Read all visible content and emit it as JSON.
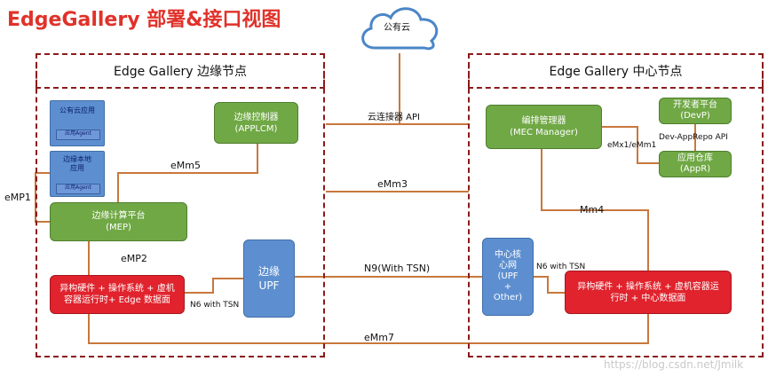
{
  "title": "EdgeGallery 部署&接口视图",
  "cloud": {
    "label": "公有云"
  },
  "edge_region": {
    "title": "Edge Gallery 边缘节点"
  },
  "center_region": {
    "title": "Edge Gallery 中心节点"
  },
  "edge": {
    "public_cloud_app": {
      "label": "公有云应用",
      "agent": "应用Agent"
    },
    "edge_local_app": {
      "label_line1": "边缘本地",
      "label_line2": "应用",
      "agent": "应用Agent"
    },
    "applcm": {
      "line1": "边缘控制器",
      "line2": "(APPLCM)"
    },
    "mep": {
      "line1": "边缘计算平台",
      "line2": "(MEP)"
    },
    "infra": {
      "text": "异构硬件 + 操作系统 + 虚机容器运行时+ Edge 数据面"
    },
    "upf": {
      "line1": "边缘",
      "line2": "UPF"
    }
  },
  "center": {
    "mec_manager": {
      "line1": "编排管理器",
      "line2": "(MEC Manager)"
    },
    "devp": {
      "line1": "开发者平台",
      "line2": "(DevP)"
    },
    "appr": {
      "line1": "应用仓库",
      "line2": "(AppR)"
    },
    "core_net": {
      "line1": "中心核",
      "line2": "心网",
      "line3": "(UPF",
      "line4": "+",
      "line5": "Other)"
    },
    "infra": {
      "line1": "异构硬件 + 操作系统 + 虚机容器运",
      "line2": "行时 + 中心数据面"
    }
  },
  "interfaces": {
    "cloud_connector_api": "云连接器 API",
    "emm5": "eMm5",
    "emm3": "eMm3",
    "emp1": "eMP1",
    "emp2": "eMP2",
    "n6_left": "N6 with TSN",
    "n9": "N9(With TSN)",
    "n6_right": "N6 with TSN",
    "mm4": "Mm4",
    "emx1_emm1": "eMx1/eMm1",
    "dev_apprepo_api": "Dev-AppRepo API",
    "emm7": "eMm7"
  },
  "watermark": "https://blog.csdn.net/Jmilk",
  "colors": {
    "title": "#e0322a",
    "green": "#70a845",
    "blue": "#5d8fd0",
    "red": "#e0232d",
    "line": "#c8783c",
    "region_border": "#8b1a1a"
  }
}
